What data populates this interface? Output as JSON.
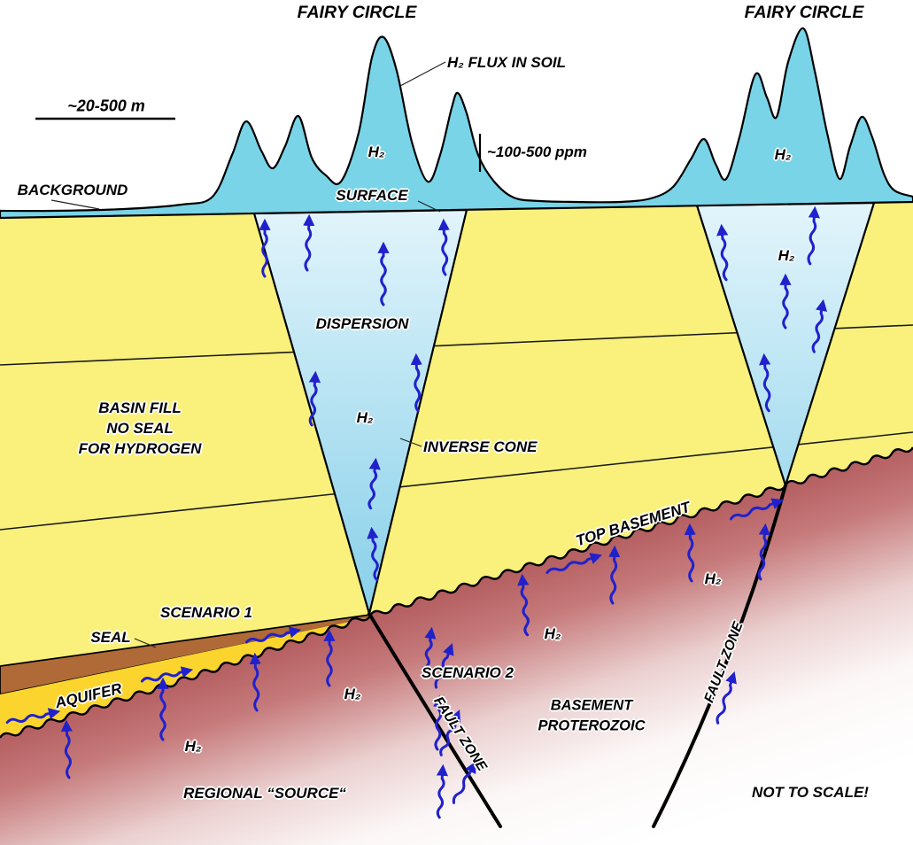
{
  "labels": {
    "fairy_circle_left": "FAIRY CIRCLE",
    "fairy_circle_right": "FAIRY CIRCLE",
    "h2_flux": "H₂ FLUX IN SOIL",
    "scale_bar": "~20-500 m",
    "ppm": "~100-500 ppm",
    "background": "BACKGROUND",
    "surface": "SURFACE",
    "dispersion": "DISPERSION",
    "inverse_cone": "INVERSE CONE",
    "basin_fill_1": "BASIN FILL",
    "basin_fill_2": "NO SEAL",
    "basin_fill_3": "FOR HYDROGEN",
    "top_basement": "TOP BASEMENT",
    "scenario1": "SCENARIO 1",
    "seal": "SEAL",
    "aquifer": "AQUIFER",
    "scenario2": "SCENARIO 2",
    "fault_zone_left": "FAULT ZONE",
    "fault_zone_right": "FAULT ZONE",
    "basement_1": "BASEMENT",
    "basement_2": "PROTEROZOIC",
    "regional_source": "REGIONAL “SOURCE“",
    "not_to_scale": "NOT TO SCALE!",
    "h2": "H₂"
  },
  "colors": {
    "basin_yellow": "#F9F17C",
    "aquifer_gold": "#FBD52E",
    "seal_brown": "#AF6A38",
    "surface_band_blue": "#79D4E8",
    "cone_top": "#E2F4FB",
    "cone_bottom": "#86CFE9",
    "basement_rose": "#B45E60",
    "arrow_blue": "#2121CC",
    "outline": "#000000"
  }
}
